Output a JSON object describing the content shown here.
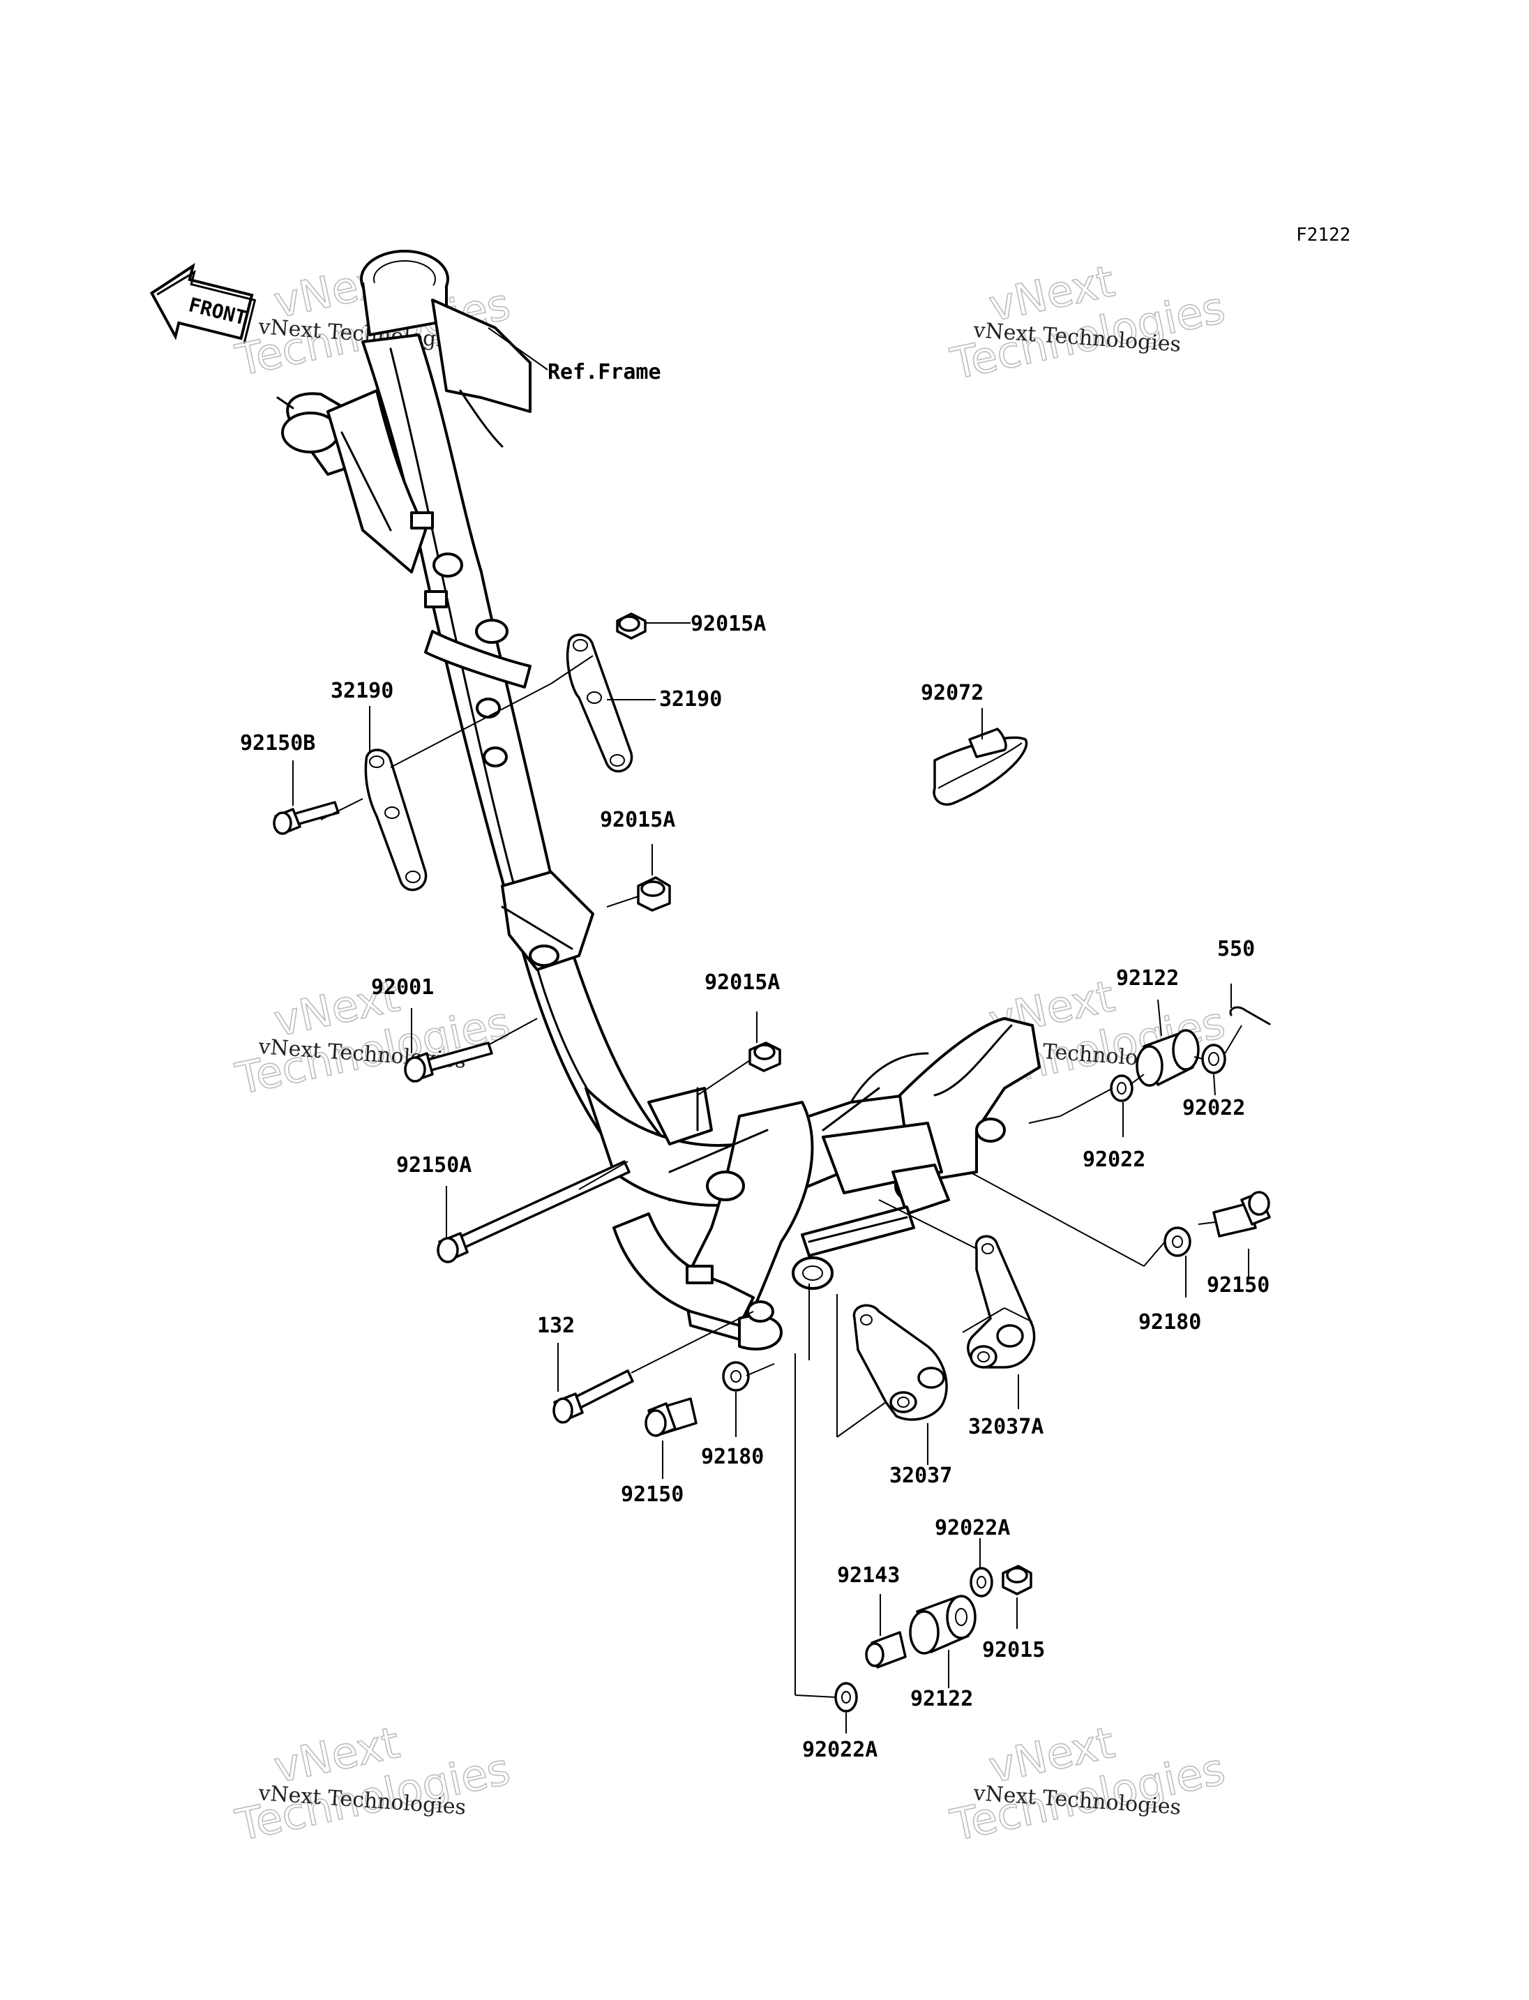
{
  "figure_code": "F2122",
  "front_marker": "FRONT",
  "watermarks": [
    {
      "big1": "vNext",
      "big2": "Technologies",
      "small": "vNext Technologies"
    },
    {
      "big1": "vNext",
      "big2": "Technologies",
      "small": "vNext Technologies"
    },
    {
      "big1": "vNext",
      "big2": "Technologies",
      "small": "vNext Technologies"
    },
    {
      "big1": "vNext",
      "big2": "Technologies",
      "small": "vNext Technologies"
    },
    {
      "big1": "vNext",
      "big2": "Technologies",
      "small": "vNext Technologies"
    },
    {
      "big1": "vNext",
      "big2": "Technologies",
      "small": "vNext Technologies"
    }
  ],
  "callouts": {
    "ref_frame": "Ref.Frame",
    "p92015A_1": "92015A",
    "p32190_right": "32190",
    "p32190_left": "32190",
    "p92150B": "92150B",
    "p92072": "92072",
    "p92015A_2": "92015A",
    "p92001": "92001",
    "p92015A_3": "92015A",
    "p550": "550",
    "p92122_top": "92122",
    "p92022_right": "92022",
    "p92022_mid": "92022",
    "p92150A": "92150A",
    "p92150_right": "92150",
    "p92180_right": "92180",
    "p132": "132",
    "p32037A": "32037A",
    "p92180_left": "92180",
    "p92150_left": "92150",
    "p32037": "32037",
    "p92022A_top": "92022A",
    "p92143": "92143",
    "p92015": "92015",
    "p92122_bottom": "92122",
    "p92022A_bottom": "92022A"
  }
}
